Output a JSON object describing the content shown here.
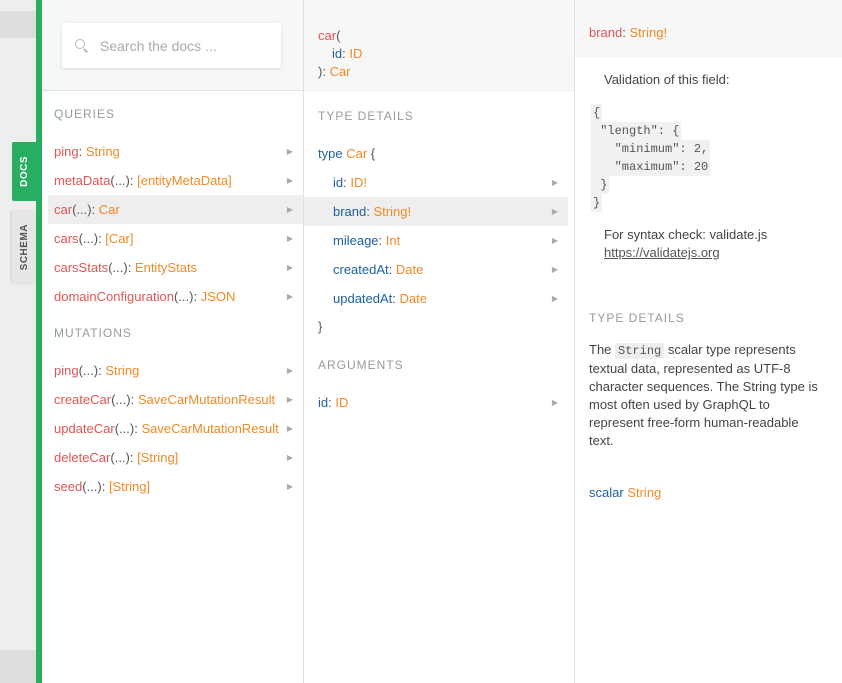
{
  "sidebar_tabs": {
    "docs": "DOCS",
    "schema": "SCHEMA"
  },
  "search": {
    "placeholder": "Search the docs ..."
  },
  "queries": {
    "title": "QUERIES",
    "items": [
      {
        "name": "ping",
        "dots": "",
        "type": "String"
      },
      {
        "name": "metaData",
        "dots": "(...)",
        "type": "[entityMetaData]"
      },
      {
        "name": "car",
        "dots": "(...)",
        "type": "Car"
      },
      {
        "name": "cars",
        "dots": "(...)",
        "type": "[Car]"
      },
      {
        "name": "carsStats",
        "dots": "(...)",
        "type": "EntityStats"
      },
      {
        "name": "domainConfiguration",
        "dots": "(...)",
        "type": "JSON"
      }
    ]
  },
  "mutations": {
    "title": "MUTATIONS",
    "items": [
      {
        "name": "ping",
        "dots": "(...)",
        "type": "String"
      },
      {
        "name": "createCar",
        "dots": "(...)",
        "type": "SaveCarMutationResult"
      },
      {
        "name": "updateCar",
        "dots": "(...)",
        "type": "SaveCarMutationResult"
      },
      {
        "name": "deleteCar",
        "dots": "(...)",
        "type": "[String]"
      },
      {
        "name": "seed",
        "dots": "(...)",
        "type": "[String]"
      }
    ]
  },
  "car_panel": {
    "signature": {
      "name": "car",
      "arg_name": "id",
      "arg_type": "ID",
      "return_type": "Car"
    },
    "type_details_title": "TYPE DETAILS",
    "type_keyword": "type",
    "type_name": "Car",
    "open_brace": "{",
    "close_brace": "}",
    "fields": [
      {
        "name": "id",
        "type": "ID!"
      },
      {
        "name": "brand",
        "type": "String!"
      },
      {
        "name": "mileage",
        "type": "Int"
      },
      {
        "name": "createdAt",
        "type": "Date"
      },
      {
        "name": "updatedAt",
        "type": "Date"
      }
    ],
    "arguments_title": "ARGUMENTS",
    "arguments": [
      {
        "name": "id",
        "type": "ID"
      }
    ]
  },
  "brand_panel": {
    "field_name": "brand",
    "field_type": "String!",
    "validation_text": "Validation of this field:",
    "code_lines": [
      "{",
      " \"length\": {",
      "   \"minimum\": 2,",
      "   \"maximum\": 20",
      " }",
      "}"
    ],
    "syntax_text": "For syntax check: validate.js",
    "syntax_link": "https://validatejs.org",
    "type_details_title": "TYPE DETAILS",
    "desc_before": "The",
    "desc_code": "String",
    "desc_after": "scalar type represents textual data, represented as UTF-8 character sequences. The String type is most often used by GraphQL to represent free-form human-readable text.",
    "scalar_keyword": "scalar",
    "scalar_type": "String"
  },
  "colors": {
    "accent_green": "#27ae60",
    "field_red": "#e05555",
    "type_orange": "#f08a25",
    "arg_blue": "#1f61a0"
  }
}
